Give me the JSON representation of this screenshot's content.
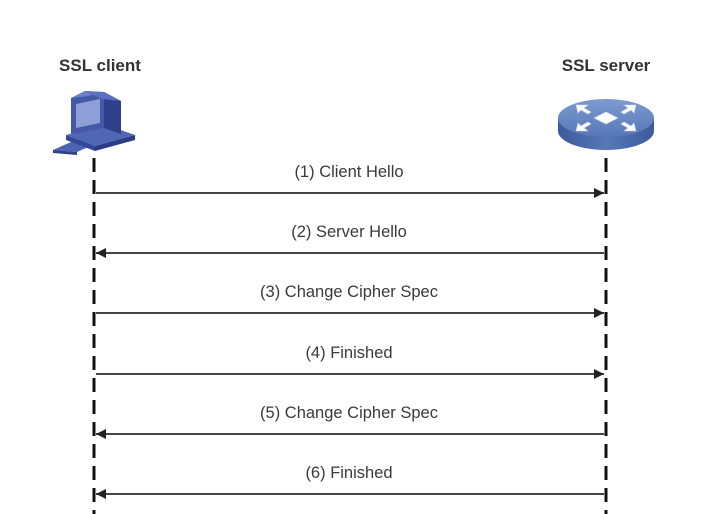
{
  "diagram": {
    "type": "sequence",
    "participants": [
      {
        "id": "client",
        "label": "SSL client",
        "icon": "computer-icon"
      },
      {
        "id": "server",
        "label": "SSL server",
        "icon": "router-icon"
      }
    ],
    "messages": [
      {
        "label": "(1) Client Hello",
        "from": "client",
        "to": "server"
      },
      {
        "label": "(2) Server Hello",
        "from": "server",
        "to": "client"
      },
      {
        "label": "(3) Change Cipher Spec",
        "from": "client",
        "to": "server"
      },
      {
        "label": "(4) Finished",
        "from": "client",
        "to": "server"
      },
      {
        "label": "(5) Change Cipher Spec",
        "from": "server",
        "to": "client"
      },
      {
        "label": "(6) Finished",
        "from": "server",
        "to": "client"
      }
    ],
    "colors": {
      "icon_blue": "#4a5fae",
      "icon_dark": "#2f3f8a",
      "icon_light": "#8fa0d8",
      "router_blue": "#5b7fbf",
      "lifeline": "#111111",
      "arrow": "#444444",
      "text": "#333333"
    }
  }
}
